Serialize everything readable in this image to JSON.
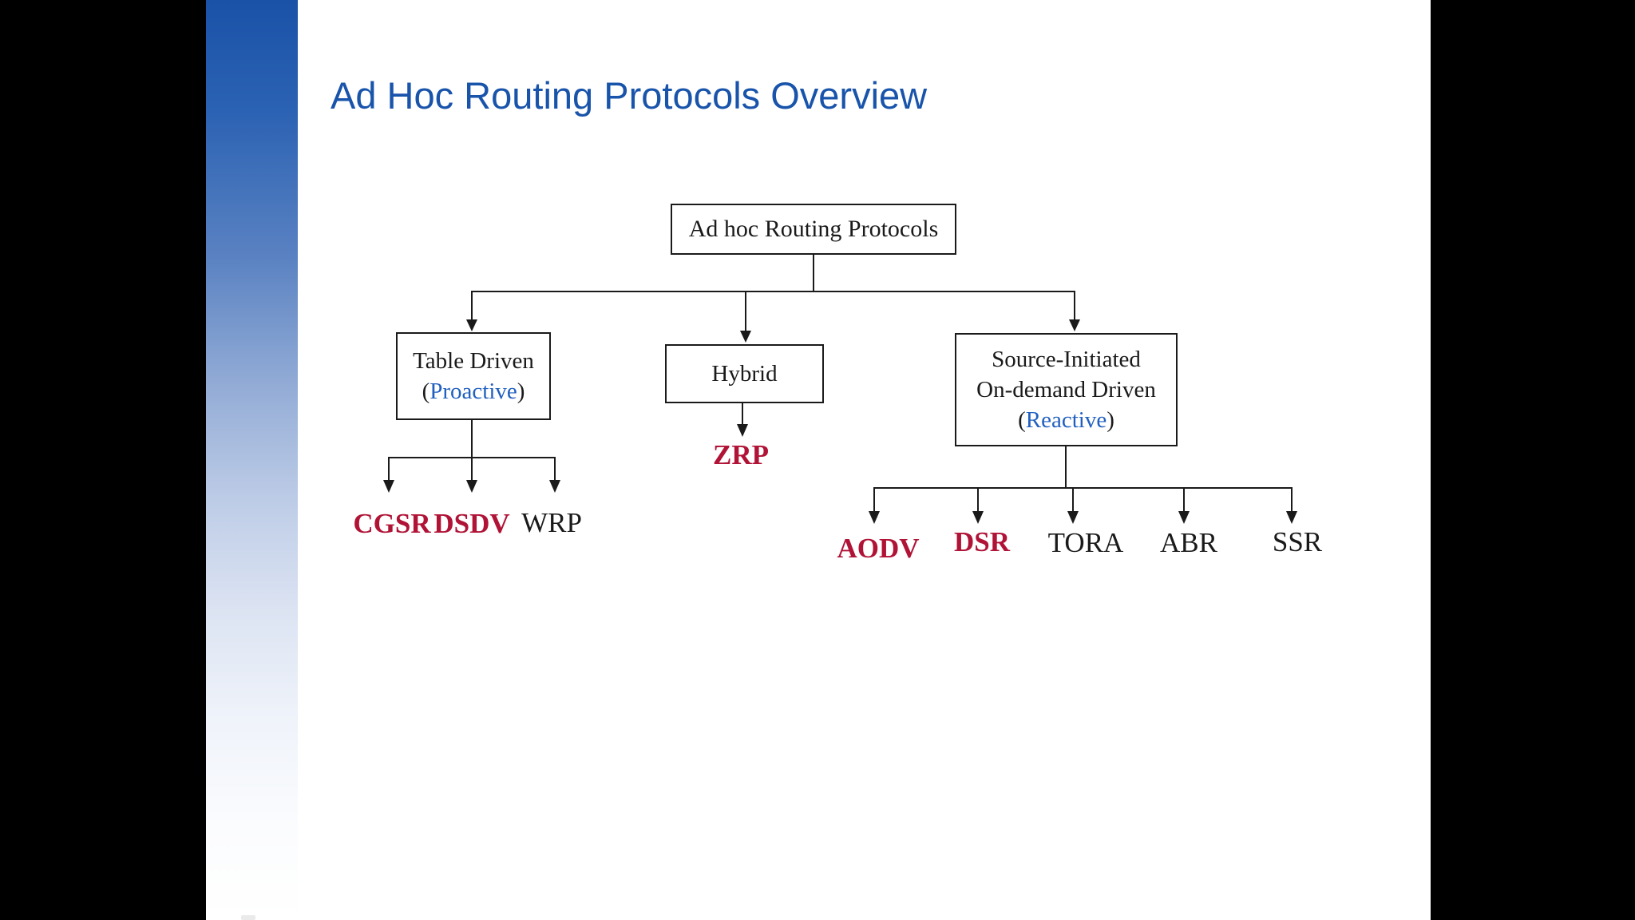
{
  "slide": {
    "title": "Ad Hoc Routing Protocols Overview"
  },
  "colors": {
    "title_blue": "#1954ab",
    "keyword_blue": "#2160c0",
    "protocol_red": "#b01336",
    "diagram_ink": "#1a1a1a",
    "sidebar_gradient_top": "#1a52a8",
    "slide_background": "#ffffff",
    "letterbox_black": "#000000"
  },
  "tree": {
    "root": {
      "label": "Ad hoc Routing Protocols"
    },
    "categories": [
      {
        "name": "Table Driven",
        "type_open": "(",
        "type_word": "Proactive",
        "type_close": ")"
      },
      {
        "name": "Hybrid"
      },
      {
        "name_line1": "Source-Initiated",
        "name_line2": "On-demand Driven",
        "type_open": "(",
        "type_word": "Reactive",
        "type_close": ")"
      }
    ],
    "protocols": {
      "table_driven": [
        {
          "label": "CGSR",
          "highlighted": true
        },
        {
          "label": "DSDV",
          "highlighted": true
        },
        {
          "label": "WRP",
          "highlighted": false
        }
      ],
      "hybrid": [
        {
          "label": "ZRP",
          "highlighted": true
        }
      ],
      "source_initiated": [
        {
          "label": "AODV",
          "highlighted": true
        },
        {
          "label": "DSR",
          "highlighted": true
        },
        {
          "label": "TORA",
          "highlighted": false
        },
        {
          "label": "ABR",
          "highlighted": false
        },
        {
          "label": "SSR",
          "highlighted": false
        }
      ]
    }
  }
}
